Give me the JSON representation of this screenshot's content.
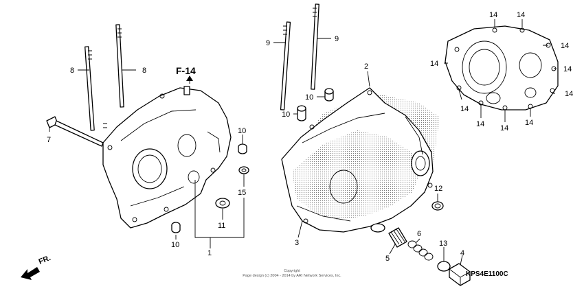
{
  "diagram": {
    "callouts": {
      "c1": "1",
      "c2": "2",
      "c3": "3",
      "c4": "4",
      "c5": "5",
      "c6": "6",
      "c7": "7",
      "c8a": "8",
      "c8b": "8",
      "c9a": "9",
      "c9b": "9",
      "c10a": "10",
      "c10b": "10",
      "c10c": "10",
      "c10d": "10",
      "c11": "11",
      "c12": "12",
      "c13": "13",
      "c15": "15",
      "c14a": "14",
      "c14b": "14",
      "c14c": "14",
      "c14d": "14",
      "c14e": "14",
      "c14f": "14",
      "c14g": "14",
      "c14h": "14",
      "c14i": "14",
      "c14j": "14"
    },
    "reference": "F-14",
    "front_label": "FR.",
    "diagram_code": "KPS4E1100C",
    "copyright_line1": "Copyright",
    "copyright_line2": "Page design (c) 2004 - 2014 by ARI Network Services, Inc."
  }
}
